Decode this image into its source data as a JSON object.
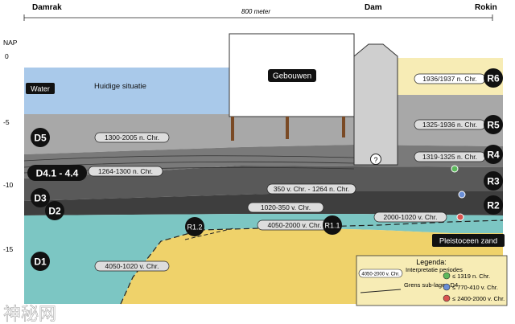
{
  "header": {
    "left": "Damrak",
    "center": "Dam",
    "right": "Rokin",
    "scale": "800 meter"
  },
  "axis": {
    "title": "NAP",
    "ticks": [
      "0",
      "-5",
      "-10",
      "-15"
    ]
  },
  "labels": {
    "water": "Water",
    "huidige": "Huidige situatie",
    "gebouwen": "Gebouwen",
    "pleistoceen": "Pleistoceen zand",
    "question": "?"
  },
  "layers": {
    "D5": "D5",
    "D44": "D4.1 - 4.4",
    "D3": "D3",
    "D2": "D2",
    "D1": "D1",
    "R6": "R6",
    "R5": "R5",
    "R4": "R4",
    "R3": "R3",
    "R2": "R2",
    "R12": "R1.2",
    "R11": "R1.1"
  },
  "periods": {
    "p1936": "1936/1937 n. Chr.",
    "p1300": "1300-2005 n. Chr.",
    "p1325": "1325-1936 n. Chr.",
    "p1319": "1319-1325 n. Chr.",
    "p1264": "1264-1300 n. Chr.",
    "p350": "350 v. Chr. - 1264 n. Chr.",
    "p1020": "1020-350 v. Chr.",
    "p2000": "2000-1020 v. Chr.",
    "p4050a": "4050-2000 v. Chr.",
    "p4050b": "4050-1020 v. Chr."
  },
  "legend": {
    "title": "Legenda:",
    "pill_sample": "4050-2000 v. Chr.",
    "interp": "Interpretatie periodes",
    "grens": "Grens sub-lagen D4",
    "dots": [
      {
        "label": "≤ 1319 n. Chr.",
        "color": "#5cb85c"
      },
      {
        "label": "≤ 770-410 v. Chr.",
        "color": "#6b8fd6"
      },
      {
        "label": "≤ 2400-2000 v. Chr.",
        "color": "#d9534f"
      }
    ]
  },
  "watermark": "神秘网"
}
